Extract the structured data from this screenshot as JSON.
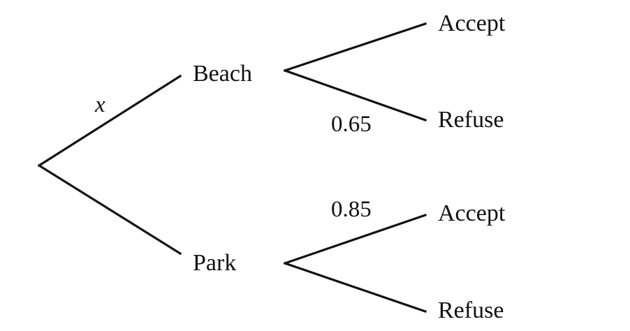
{
  "tree": {
    "level1": {
      "beach": {
        "label": "Beach",
        "probability": "x"
      },
      "park": {
        "label": "Park",
        "probability": ""
      }
    },
    "level2": {
      "beach_accept": {
        "label": "Accept",
        "probability": ""
      },
      "beach_refuse": {
        "label": "Refuse",
        "probability": "0.65"
      },
      "park_accept": {
        "label": "Accept",
        "probability": "0.85"
      },
      "park_refuse": {
        "label": "Refuse",
        "probability": ""
      }
    }
  }
}
